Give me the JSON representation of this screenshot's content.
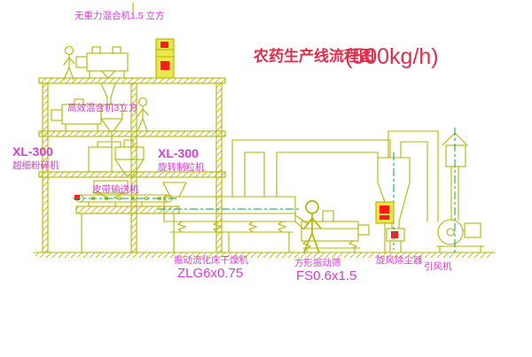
{
  "title": {
    "main": "农药生产线流程图",
    "capacity": "(500kg/h)"
  },
  "labels": {
    "top_mixer": "无重力混合机1.5 立方",
    "mid_mixer": "高效混合机3立方",
    "mill_model": "XL-300",
    "mill_name": "超细粉碎机",
    "granulator_model": "XL-300",
    "granulator_name": "旋转制粒机",
    "belt_conveyor": "皮带输送机",
    "dryer_name": "振动流化床干燥机",
    "dryer_model": "ZLG6x0.75",
    "screen_name": "方形振动筛",
    "screen_model": "FS0.6x1.5",
    "cyclone": "旋风除尘器",
    "fan": "引风机"
  },
  "colors": {
    "drawing_line": "#b4b600",
    "label_text": "#d63cd6",
    "title_text": "#e02e4a",
    "alert_red": "#ff1a1a",
    "centerline_green": "#00a651",
    "background": "#ffffff"
  }
}
